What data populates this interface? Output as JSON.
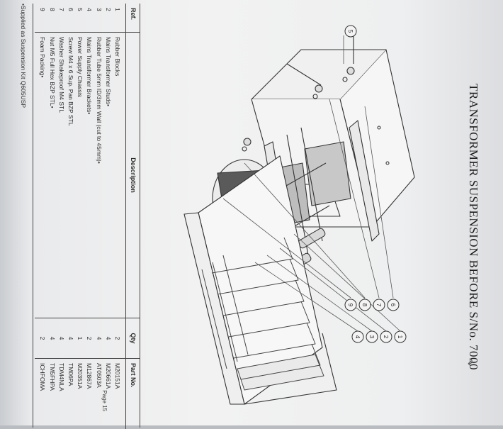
{
  "document": {
    "title": "TRANSFORMER SUSPENSION BEFORE S/No. 7000",
    "table": {
      "headers": {
        "ref": "Ref.",
        "description": "Description",
        "qty": "Qty",
        "part_no": "Part No."
      },
      "rows": [
        {
          "ref": "1",
          "description": "Rubber Blocks",
          "qty": "2",
          "part_no": "M20151A"
        },
        {
          "ref": "2",
          "description": "Mains Transformer Studs•",
          "qty": "4",
          "part_no": "M20661A"
        },
        {
          "ref": "3",
          "description": "Rubber Tube 5mm ID/3mm Wall (cut to 45mm)•",
          "qty": "4",
          "part_no": "AT0503A"
        },
        {
          "ref": "4",
          "description": "Mains Transformer Brackets•",
          "qty": "2",
          "part_no": "M12867A"
        },
        {
          "ref": "5",
          "description": "Power Supply Chassis",
          "qty": "1",
          "part_no": "M20351A"
        },
        {
          "ref": "6",
          "description": "Screw M4 x 6 Sup. Pan BZP STL",
          "qty": "4",
          "part_no": "TM06PA"
        },
        {
          "ref": "7",
          "description": "Washer Shakeproof M4 STL",
          "qty": "4",
          "part_no": "TDM4NLA"
        },
        {
          "ref": "8",
          "description": "Nut M5 Full Hex BZP STL•",
          "qty": "4",
          "part_no": "TM5FHPA"
        },
        {
          "ref": "9",
          "description": "Foam Packing•",
          "qty": "2",
          "part_no": "ICHFOMA"
        }
      ]
    },
    "footnote": "•Supplied as Suspension Kit Q605USP",
    "page_number": "Page 15",
    "callouts": [
      "1",
      "2",
      "3",
      "4",
      "5",
      "6",
      "7",
      "8",
      "9"
    ]
  }
}
